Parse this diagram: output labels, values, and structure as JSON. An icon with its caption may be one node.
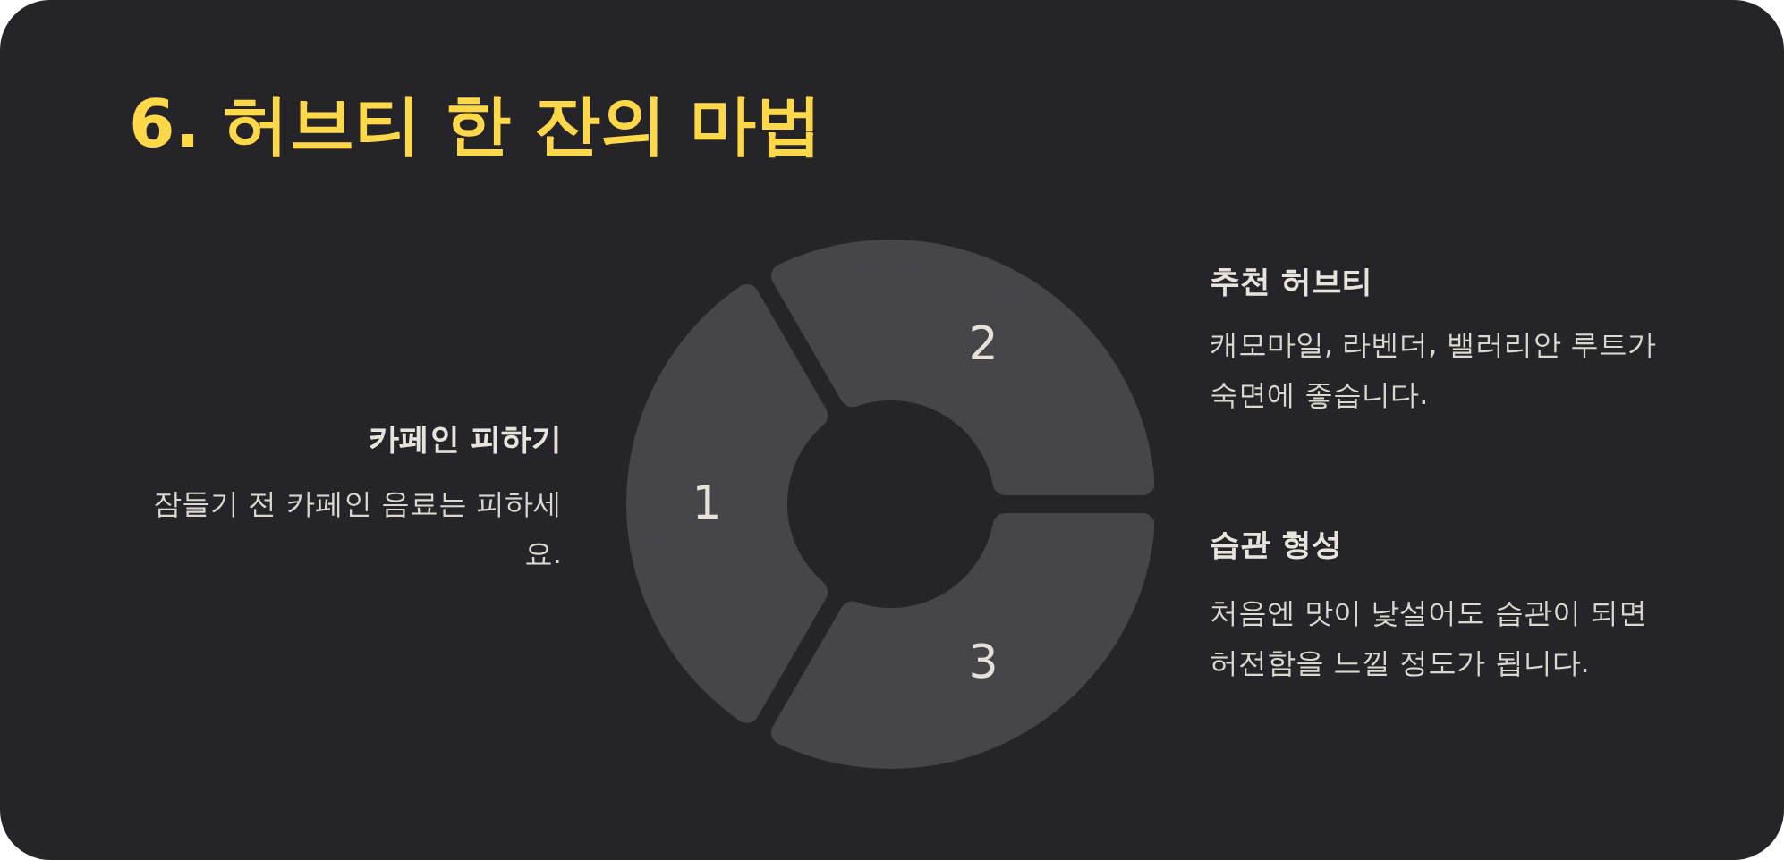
{
  "diagram": {
    "title": "6. 허브티 한 잔의 마법",
    "nodes": [
      {
        "text": [
          "1"
        ],
        "beside": [
          "카페인 피하기",
          "잠들기 전 카페인 음료는 피하세요."
        ]
      },
      {
        "text": [
          "2"
        ],
        "beside": [
          "추천 허브티",
          "캐모마일, 라벤더, 밸러리안 루트가 숙면에 좋습니다."
        ]
      },
      {
        "text": [
          "3"
        ],
        "beside": [
          "습관 형성",
          "처음엔 맛이 낯설어도 습관이 되면 허전함을 느낄 정도가 됩니다."
        ]
      }
    ]
  }
}
